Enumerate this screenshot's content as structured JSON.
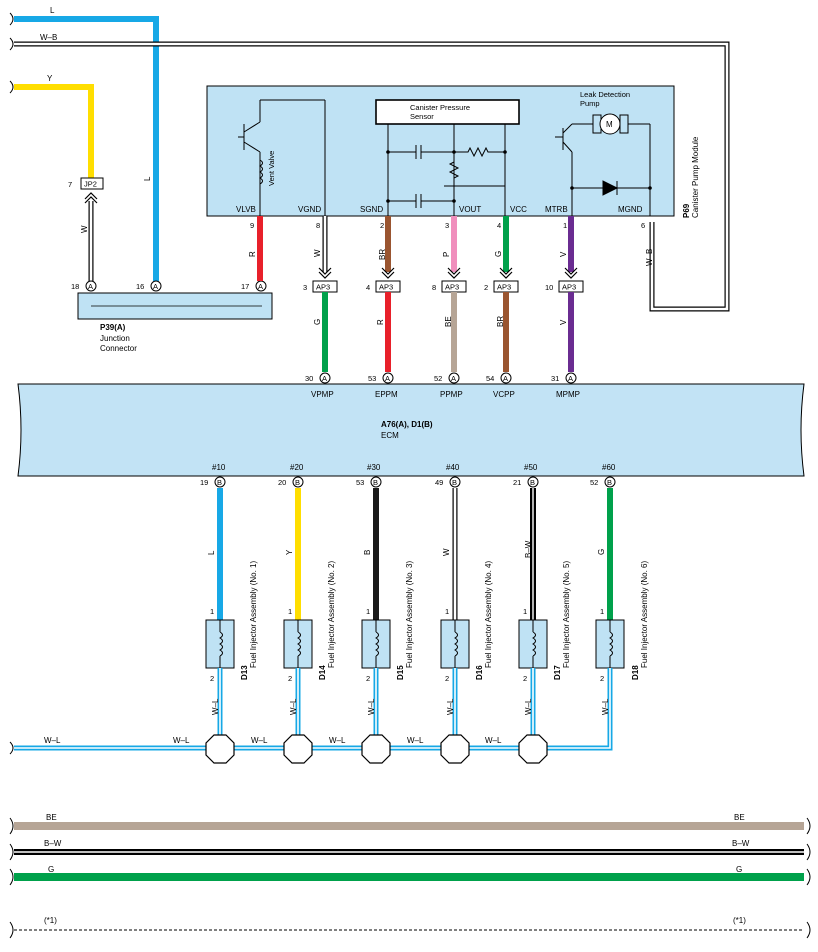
{
  "colors": {
    "L": "#17a8e6",
    "Y": "#ffde00",
    "R": "#e8202a",
    "BR": "#9a5530",
    "P": "#f08fbd",
    "G": "#00a14b",
    "V": "#6a2c91",
    "BE": "#b6a596",
    "B": "#1a1a1a",
    "W": "#ffffff",
    "module_fill": "#bfe2f4",
    "ecm_fill": "#c2e3f5"
  },
  "top_wires": {
    "l_label": "L",
    "wb_label": "W–B",
    "y_label": "Y"
  },
  "jp2": {
    "pin": "7",
    "label": "JP2",
    "wire": "W"
  },
  "junction": {
    "code": "P39(A)",
    "name_1": "Junction",
    "name_2": "Connector",
    "pins": [
      {
        "num": "18",
        "ref": "A"
      },
      {
        "num": "16",
        "ref": "A"
      },
      {
        "num": "17",
        "ref": "A"
      }
    ],
    "l_wire": "L",
    "r_wire": "R"
  },
  "pump_module": {
    "code": "P69",
    "name": "Canister Pump Module",
    "vent_valve": "Vent Valve",
    "sensor_1": "Canister Pressure",
    "sensor_2": "Sensor",
    "leak_1": "Leak Detection",
    "leak_2": "Pump",
    "motor": "M",
    "pins": [
      {
        "label": "VLVB",
        "num": "9",
        "wire": "R"
      },
      {
        "label": "VGND",
        "num": "8",
        "wire": "W"
      },
      {
        "label": "SGND",
        "num": "2",
        "wire": "BR"
      },
      {
        "label": "VOUT",
        "num": "3",
        "wire": "P"
      },
      {
        "label": "VCC",
        "num": "4",
        "wire": "G"
      },
      {
        "label": "MTRB",
        "num": "1",
        "wire": "V"
      },
      {
        "label": "MGND",
        "num": "6",
        "wire": "W–B"
      }
    ]
  },
  "ap3": [
    {
      "num": "3",
      "label": "AP3",
      "lower_wire": "G"
    },
    {
      "num": "4",
      "label": "AP3",
      "lower_wire": "R"
    },
    {
      "num": "8",
      "label": "AP3",
      "lower_wire": "BE"
    },
    {
      "num": "2",
      "label": "AP3",
      "lower_wire": "BR"
    },
    {
      "num": "10",
      "label": "AP3",
      "lower_wire": "V"
    }
  ],
  "ecm": {
    "code": "A76(A), D1(B)",
    "name": "ECM",
    "top_pins": [
      {
        "num": "30",
        "ref": "A",
        "label": "VPMP"
      },
      {
        "num": "53",
        "ref": "A",
        "label": "EPPM"
      },
      {
        "num": "52",
        "ref": "A",
        "label": "PPMP"
      },
      {
        "num": "54",
        "ref": "A",
        "label": "VCPP"
      },
      {
        "num": "31",
        "ref": "A",
        "label": "MPMP"
      }
    ],
    "bottom_pins": [
      {
        "num": "19",
        "ref": "B",
        "label": "#10"
      },
      {
        "num": "20",
        "ref": "B",
        "label": "#20"
      },
      {
        "num": "53",
        "ref": "B",
        "label": "#30"
      },
      {
        "num": "49",
        "ref": "B",
        "label": "#40"
      },
      {
        "num": "21",
        "ref": "B",
        "label": "#50"
      },
      {
        "num": "52",
        "ref": "B",
        "label": "#60"
      }
    ]
  },
  "injectors": [
    {
      "code": "D13",
      "name": "Fuel Injector Assembly (No. 1)",
      "wire": "L",
      "pin1": "1",
      "pin2": "2",
      "ground": "W–L"
    },
    {
      "code": "D14",
      "name": "Fuel Injector Assembly (No. 2)",
      "wire": "Y",
      "pin1": "1",
      "pin2": "2",
      "ground": "W–L"
    },
    {
      "code": "D15",
      "name": "Fuel Injector Assembly (No. 3)",
      "wire": "B",
      "pin1": "1",
      "pin2": "2",
      "ground": "W–L"
    },
    {
      "code": "D16",
      "name": "Fuel Injector Assembly (No. 4)",
      "wire": "W",
      "pin1": "1",
      "pin2": "2",
      "ground": "W–L"
    },
    {
      "code": "D17",
      "name": "Fuel Injector Assembly (No. 5)",
      "wire": "B–W",
      "pin1": "1",
      "pin2": "2",
      "ground": "W–L"
    },
    {
      "code": "D18",
      "name": "Fuel Injector Assembly (No. 6)",
      "wire": "G",
      "pin1": "1",
      "pin2": "2",
      "ground": "W–L"
    }
  ],
  "ground_bus": {
    "labels": [
      "W–L",
      "W–L",
      "W–L",
      "W–L",
      "W–L",
      "W–L"
    ]
  },
  "bottom_wires": [
    {
      "left": "BE",
      "right": "BE"
    },
    {
      "left": "B–W",
      "right": "B–W"
    },
    {
      "left": "G",
      "right": "G"
    },
    {
      "left": "(*1)",
      "right": "(*1)"
    }
  ]
}
